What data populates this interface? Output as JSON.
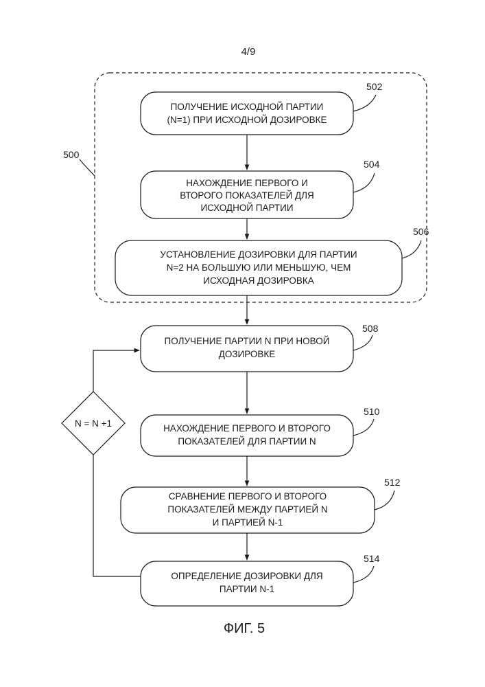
{
  "page_number": "4/9",
  "figure_label": "ФИГ. 5",
  "group_ref": "500",
  "steps": [
    {
      "ref": "502",
      "lines": [
        "ПОЛУЧЕНИЕ ИСХОДНОЙ ПАРТИИ",
        "(N=1) ПРИ ИСХОДНОЙ ДОЗИРОВКЕ"
      ]
    },
    {
      "ref": "504",
      "lines": [
        "НАХОЖДЕНИЕ ПЕРВОГО И",
        "ВТОРОГО ПОКАЗАТЕЛЕЙ ДЛЯ",
        "ИСХОДНОЙ ПАРТИИ"
      ]
    },
    {
      "ref": "506",
      "lines": [
        "УСТАНОВЛЕНИЕ ДОЗИРОВКИ ДЛЯ ПАРТИИ",
        "N=2 НА БОЛЬШУЮ ИЛИ МЕНЬШУЮ, ЧЕМ",
        "ИСХОДНАЯ ДОЗИРОВКА"
      ]
    },
    {
      "ref": "508",
      "lines": [
        "ПОЛУЧЕНИЕ ПАРТИИ N ПРИ НОВОЙ",
        "ДОЗИРОВКЕ"
      ]
    },
    {
      "ref": "510",
      "lines": [
        "НАХОЖДЕНИЕ ПЕРВОГО И ВТОРОГО",
        "ПОКАЗАТЕЛЕЙ ДЛЯ ПАРТИИ N"
      ]
    },
    {
      "ref": "512",
      "lines": [
        "СРАВНЕНИЕ ПЕРВОГО И ВТОРОГО",
        "ПОКАЗАТЕЛЕЙ МЕЖДУ ПАРТИЕЙ N",
        "И ПАРТИЕЙ N-1"
      ]
    },
    {
      "ref": "514",
      "lines": [
        "ОПРЕДЕЛЕНИЕ ДОЗИРОВКИ ДЛЯ",
        "ПАРТИИ N-1"
      ]
    }
  ],
  "loop_decision": "N = N +1"
}
